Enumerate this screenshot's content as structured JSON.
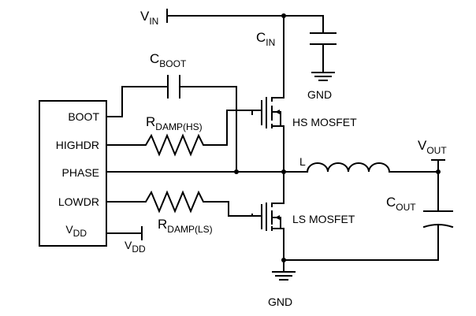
{
  "pins": {
    "boot": "BOOT",
    "highdr": "HIGHDR",
    "phase": "PHASE",
    "lowdr": "LOWDR",
    "vdd_main": "V",
    "vdd_sub": "DD"
  },
  "components": {
    "vin_main": "V",
    "vin_sub": "IN",
    "cin_main": "C",
    "cin_sub": "IN",
    "cboot_main": "C",
    "cboot_sub": "BOOT",
    "rdamp_hs_main": "R",
    "rdamp_hs_sub": "DAMP(HS)",
    "rdamp_ls_main": "R",
    "rdamp_ls_sub": "DAMP(LS)",
    "hs_mosfet": "HS MOSFET",
    "ls_mosfet": "LS MOSFET",
    "inductor": "L",
    "vout_main": "V",
    "vout_sub": "OUT",
    "cout_main": "C",
    "cout_sub": "OUT",
    "gnd_top": "GND",
    "gnd_bottom": "GND",
    "vdd_supply_main": "V",
    "vdd_supply_sub": "DD"
  }
}
